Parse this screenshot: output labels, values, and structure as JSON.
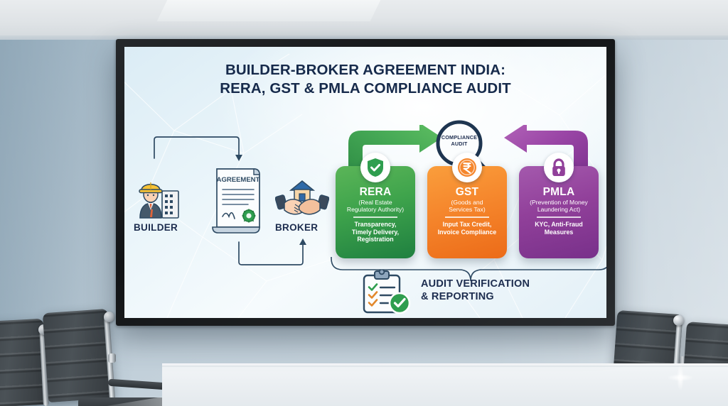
{
  "slide": {
    "title_line1": "BUILDER-BROKER AGREEMENT INDIA:",
    "title_line2": "RERA, GST & PMLA COMPLIANCE AUDIT",
    "left_flow": {
      "builder_label": "BUILDER",
      "broker_label": "BROKER",
      "agreement_label": "AGREEMENT",
      "builder_icon": "construction-worker-icon",
      "broker_icon": "handshake-house-icon",
      "agreement_icon": "agreement-scroll-icon"
    },
    "magnifier": {
      "line1": "COMPLIANCE",
      "line2": "AUDIT",
      "icon": "magnifying-glass-icon"
    },
    "cards": [
      {
        "key": "rera",
        "title": "RERA",
        "subtitle": "(Real Estate\nRegulatory Authority)",
        "subtitle_l1": "(Real Estate",
        "subtitle_l2": "Regulatory Authority)",
        "desc_l1": "Transparency,",
        "desc_l2": "Timely Delivery,",
        "desc_l3": "Registration",
        "icon": "shield-check-icon",
        "color": "#3fa44c"
      },
      {
        "key": "gst",
        "title": "GST",
        "subtitle_l1": "(Goods and",
        "subtitle_l2": "Services Tax)",
        "desc_l1": "Input Tax Credit,",
        "desc_l2": "Invoice Compliance",
        "desc_l3": "",
        "icon": "rupee-coin-icon",
        "color": "#f5862c"
      },
      {
        "key": "pmla",
        "title": "PMLA",
        "subtitle_l1": "(Prevention of Money",
        "subtitle_l2": "Laundering Act)",
        "desc_l1": "KYC, Anti-Fraud",
        "desc_l2": "Measures",
        "desc_l3": "",
        "icon": "lock-icon",
        "color": "#91409a"
      }
    ],
    "audit": {
      "line1": "AUDIT VERIFICATION",
      "line2": "& REPORTING",
      "icon": "clipboard-check-icon",
      "badge_icon": "green-check-badge-icon"
    },
    "arrows": {
      "green_arrow": "green-elbow-arrow-right-icon",
      "purple_arrow": "purple-elbow-arrow-left-icon"
    }
  },
  "room": {
    "wall_color": "#b4c5d1",
    "ceiling_color": "#e4e8eb",
    "table_color": "#eef2f5",
    "chair_color": "#42484d",
    "frame_color": "#1a1c1e"
  }
}
